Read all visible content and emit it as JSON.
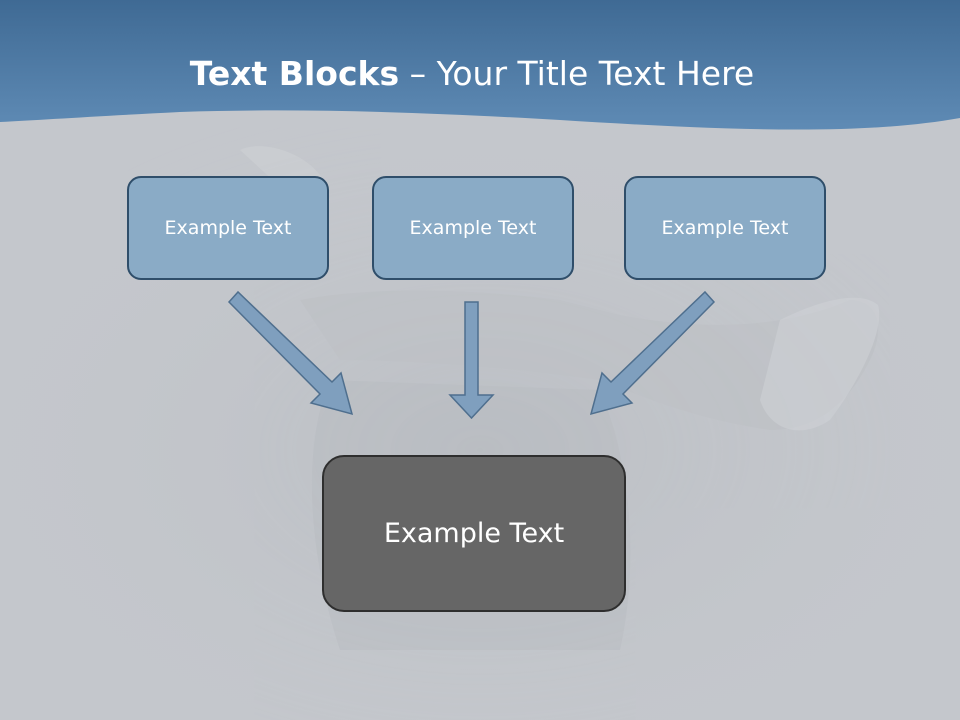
{
  "title": {
    "bold": "Text Blocks",
    "dash": "–",
    "rest": "Your Title Text Here"
  },
  "blocks": [
    {
      "label": "Example Text"
    },
    {
      "label": "Example Text"
    },
    {
      "label": "Example Text"
    }
  ],
  "result": {
    "label": "Example Text"
  },
  "colors": {
    "header_blue": "#4d7aa6",
    "block_fill": "#8aabc6",
    "block_border": "#2f4e6a",
    "result_fill": "#666666",
    "arrow_fill": "#7f9fbe",
    "background": "#c4c7cc"
  }
}
